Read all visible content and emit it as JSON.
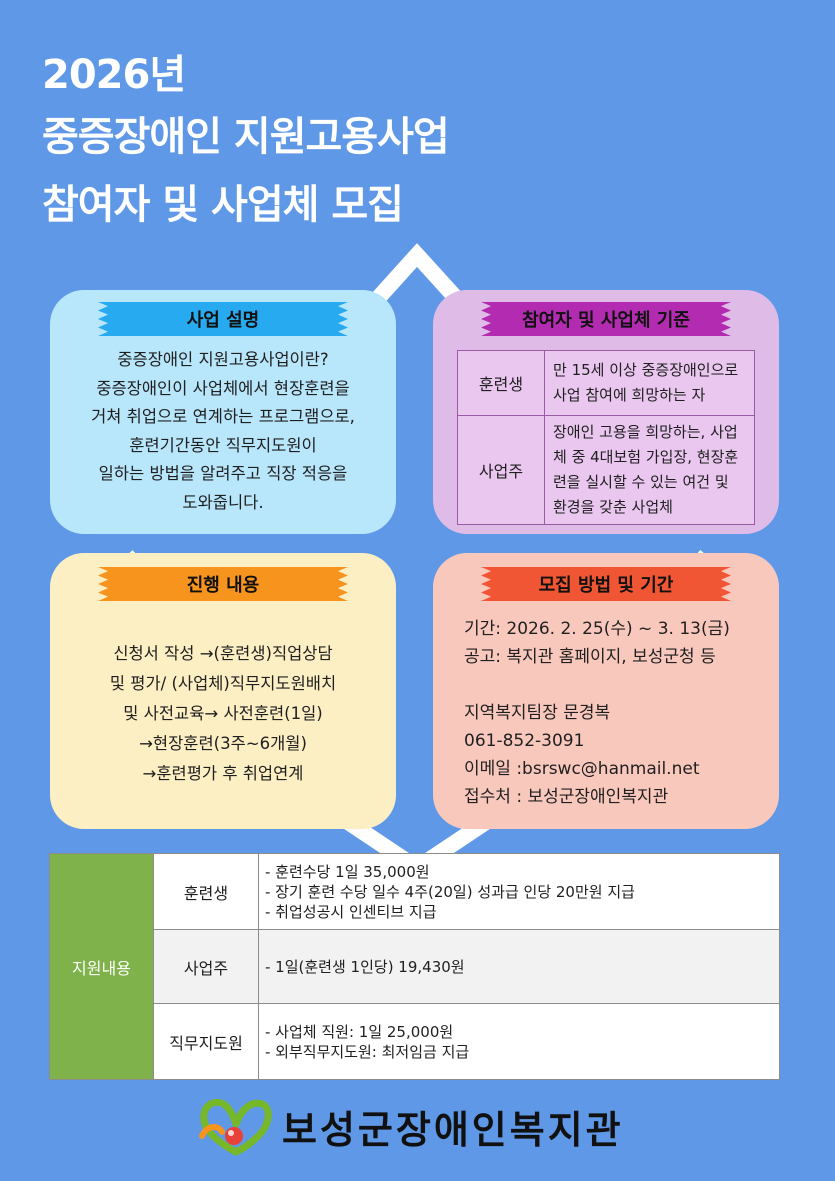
{
  "title": {
    "line1": "2026년",
    "line2": "중증장애인 지원고용사업",
    "line3": "참여자 및 사업체 모집"
  },
  "description": {
    "heading": "사업 설명",
    "lines": [
      "중증장애인 지원고용사업이란?",
      "중증장애인이 사업체에서 현장훈련을",
      "거쳐 취업으로 연계하는 프로그램으로,",
      "훈련기간동안 직무지도원이",
      "일하는 방법을 알려주고 직장 적응을",
      "도와줍니다."
    ]
  },
  "criteria": {
    "heading": "참여자 및 사업체 기준",
    "rows": [
      {
        "label": "훈련생",
        "lines": [
          "만 15세 이상 중증장애인으로",
          "사업 참여에 희망하는 자"
        ]
      },
      {
        "label": "사업주",
        "lines": [
          "장애인 고용을 희망하는, 사업",
          "체 중 4대보험 가입장, 현장훈",
          "련을 실시할 수 있는 여건 및",
          "환경을 갖춘 사업체"
        ]
      }
    ]
  },
  "process": {
    "heading": "진행 내용",
    "lines": [
      "신청서 작성 →(훈련생)직업상담",
      "및 평가/ (사업체)직무지도원배치",
      "및 사전교육→ 사전훈련(1일)",
      "→현장훈련(3주~6개월)",
      "→훈련평가 후 취업연계"
    ]
  },
  "recruit": {
    "heading": "모집 방법 및 기간",
    "period": "기간: 2026. 2. 25(수) ~ 3. 13(금)",
    "notice": "공고: 복지관 홈페이지, 보성군청 등",
    "contact_team": "지역복지팀장 문경복",
    "phone": "061-852-3091",
    "email": "이메일 :bsrswc@hanmail.net",
    "office": "접수처 : 보성군장애인복지관"
  },
  "support": {
    "header": "지원내용",
    "rows": [
      {
        "label": "훈련생",
        "items": [
          "- 훈련수당 1일 35,000원",
          "- 장기 훈련 수당 일수 4주(20일) 성과급 인당 20만원 지급",
          "- 취업성공시 인센티브 지급"
        ]
      },
      {
        "label": "사업주",
        "items": [
          "- 1일(훈련생 1인당) 19,430원"
        ]
      },
      {
        "label": "직무지도원",
        "items": [
          "- 사업체 직원: 1일 25,000원",
          "- 외부직무지도원: 최저임금 지급"
        ]
      }
    ]
  },
  "footer": {
    "org_name": "보성군장애인복지관",
    "logo_icon": "heart-logo-icon"
  },
  "colors": {
    "background": "#5e98e6",
    "desc_card": "#b8e6fb",
    "criteria_card": "#dfbbe7",
    "process_card": "#fdefc4",
    "recruit_card": "#f9c8bd",
    "support_header": "#7fb24a"
  }
}
